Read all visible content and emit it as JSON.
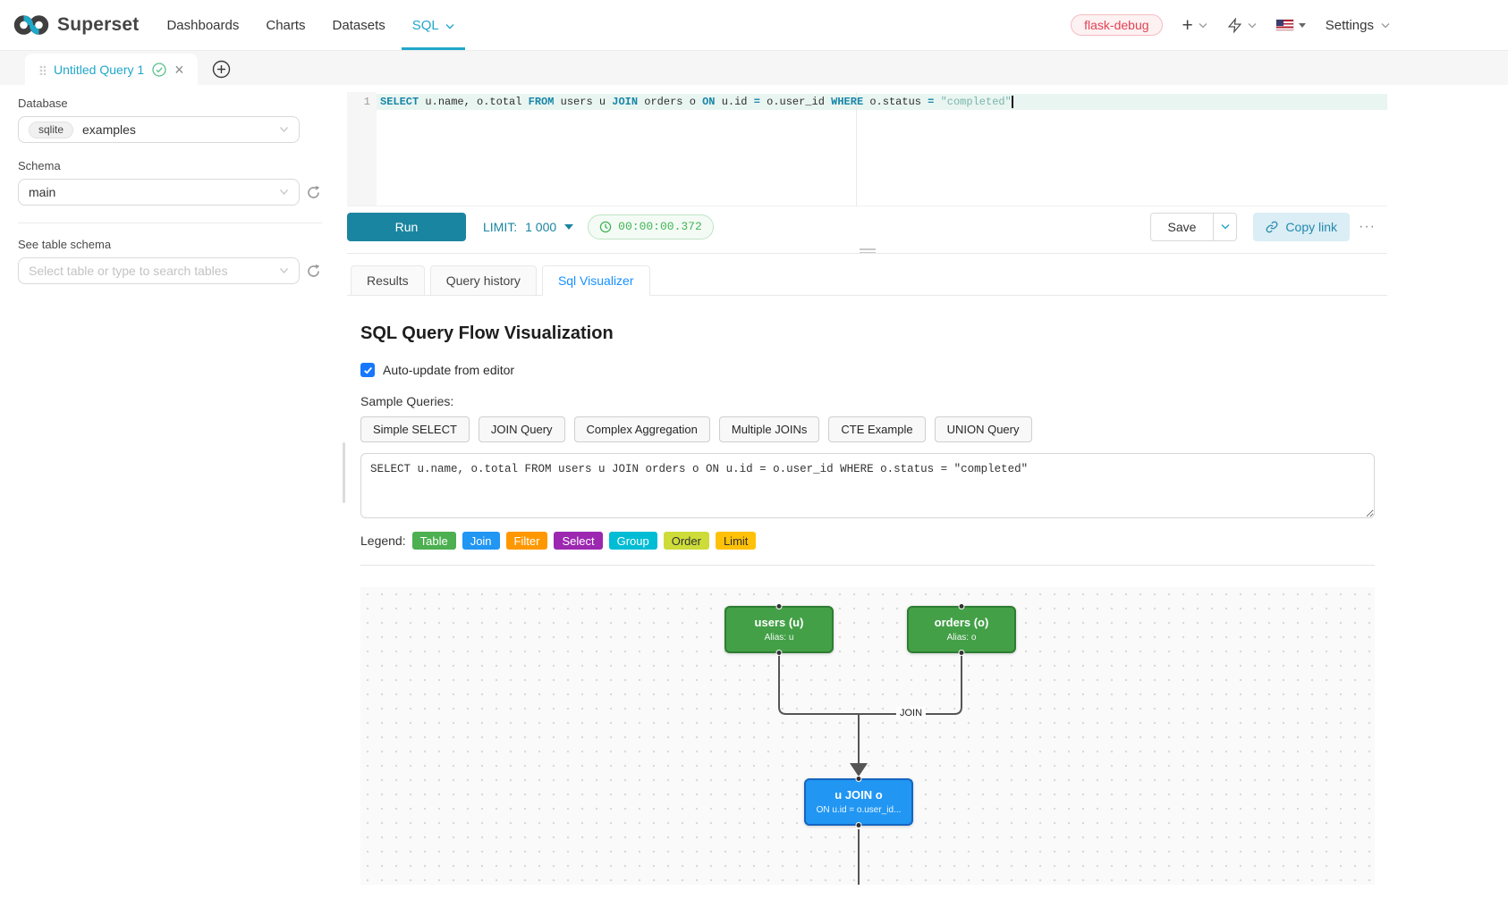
{
  "navbar": {
    "brand": "Superset",
    "items": [
      {
        "label": "Dashboards",
        "active": false
      },
      {
        "label": "Charts",
        "active": false
      },
      {
        "label": "Datasets",
        "active": false
      },
      {
        "label": "SQL",
        "active": true
      }
    ],
    "env_badge": "flask-debug",
    "plus_label": "+",
    "settings_label": "Settings"
  },
  "query_tab": {
    "title": "Untitled Query 1"
  },
  "sidebar": {
    "database_label": "Database",
    "database_engine": "sqlite",
    "database_name": "examples",
    "schema_label": "Schema",
    "schema_value": "main",
    "table_section_label": "See table schema",
    "table_placeholder": "Select table or type to search tables"
  },
  "editor": {
    "line_number": "1",
    "sql_tokens": [
      {
        "t": "SELECT",
        "c": "kw"
      },
      {
        "t": " u.name, o.total ",
        "c": "pl"
      },
      {
        "t": "FROM",
        "c": "kw"
      },
      {
        "t": " users u ",
        "c": "pl"
      },
      {
        "t": "JOIN",
        "c": "kw"
      },
      {
        "t": " orders o ",
        "c": "pl"
      },
      {
        "t": "ON",
        "c": "kw"
      },
      {
        "t": " u.id ",
        "c": "pl"
      },
      {
        "t": "=",
        "c": "kw"
      },
      {
        "t": " o.user_id ",
        "c": "pl"
      },
      {
        "t": "WHERE",
        "c": "kw"
      },
      {
        "t": " o.status ",
        "c": "pl"
      },
      {
        "t": "=",
        "c": "kw"
      },
      {
        "t": " ",
        "c": "pl"
      },
      {
        "t": "\"completed\"",
        "c": "str"
      }
    ],
    "run_label": "Run",
    "limit_label": "LIMIT:",
    "limit_value": "1 000",
    "elapsed_time": "00:00:00.372",
    "save_label": "Save",
    "copy_link_label": "Copy link",
    "more_label": "···"
  },
  "result_tabs": [
    {
      "label": "Results",
      "active": false
    },
    {
      "label": "Query history",
      "active": false
    },
    {
      "label": "Sql Visualizer",
      "active": true
    }
  ],
  "visualizer": {
    "title": "SQL Query Flow Visualization",
    "auto_update_label": "Auto-update from editor",
    "auto_update_checked": true,
    "sample_queries_label": "Sample Queries:",
    "sample_buttons": [
      "Simple SELECT",
      "JOIN Query",
      "Complex Aggregation",
      "Multiple JOINs",
      "CTE Example",
      "UNION Query"
    ],
    "query_text": "SELECT u.name, o.total FROM users u JOIN orders o ON u.id = o.user_id WHERE o.status = \"completed\"",
    "legend_label": "Legend:",
    "legend": [
      {
        "label": "Table",
        "bg": "#4CAF50",
        "fg": "#ffffff"
      },
      {
        "label": "Join",
        "bg": "#2196F3",
        "fg": "#ffffff"
      },
      {
        "label": "Filter",
        "bg": "#FF9800",
        "fg": "#ffffff"
      },
      {
        "label": "Select",
        "bg": "#9C27B0",
        "fg": "#ffffff"
      },
      {
        "label": "Group",
        "bg": "#00BCD4",
        "fg": "#ffffff"
      },
      {
        "label": "Order",
        "bg": "#CDDC39",
        "fg": "#333333"
      },
      {
        "label": "Limit",
        "bg": "#FFC107",
        "fg": "#333333"
      }
    ],
    "flow": {
      "edge_label": "JOIN",
      "nodes": [
        {
          "id": "users",
          "title": "users (u)",
          "subtitle": "Alias: u",
          "bg": "#43A047",
          "border": "#2E7D32"
        },
        {
          "id": "orders",
          "title": "orders (o)",
          "subtitle": "Alias: o",
          "bg": "#43A047",
          "border": "#2E7D32"
        },
        {
          "id": "join",
          "title": "u JOIN o",
          "subtitle": "ON u.id = o.user_id...",
          "bg": "#2196F3",
          "border": "#1565C0"
        }
      ]
    }
  }
}
